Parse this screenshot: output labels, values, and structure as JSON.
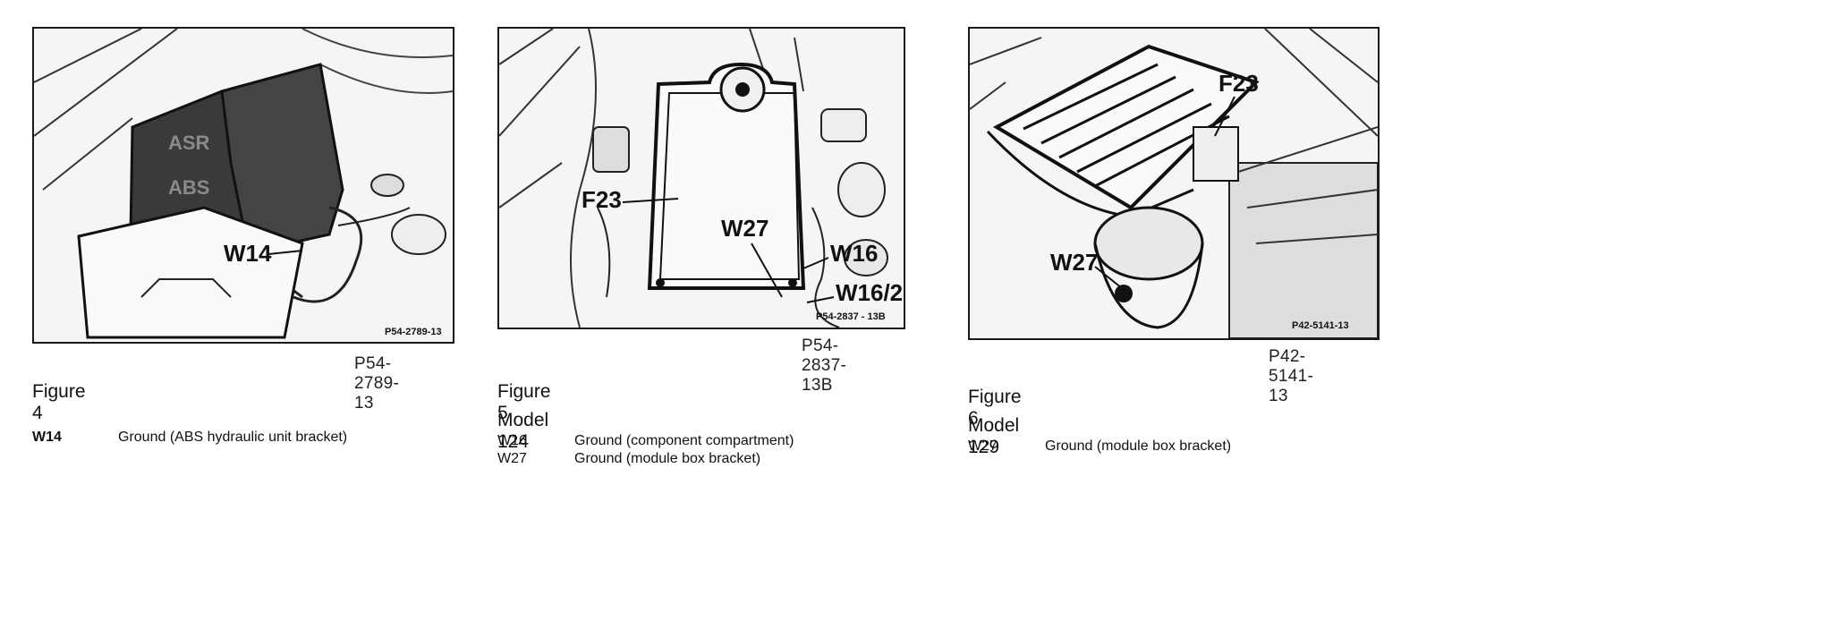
{
  "figures": [
    {
      "title": "Figure 4",
      "model": "",
      "code": "P54-2789-13",
      "inner_code": "P54-2789-13",
      "callouts": [
        "W14"
      ],
      "legend": [
        {
          "key": "W14",
          "text": "Ground (ABS hydraulic unit bracket)"
        }
      ]
    },
    {
      "title": "Figure 5",
      "model": "Model 124",
      "code": "P54-2837-13B",
      "inner_code": "P54-2837 - 13B",
      "callouts": [
        "F23",
        "W27",
        "W16",
        "W16/2"
      ],
      "legend": [
        {
          "key": "W16",
          "text": "Ground (component compartment)"
        },
        {
          "key": "W27",
          "text": "Ground (module box bracket)"
        }
      ]
    },
    {
      "title": "Figure 6",
      "model": "Model 129",
      "code": "P42-5141-13",
      "inner_code": "P42-5141-13",
      "callouts": [
        "F23",
        "W27"
      ],
      "legend": [
        {
          "key": "W27",
          "text": "Ground (module box bracket)"
        }
      ]
    }
  ]
}
